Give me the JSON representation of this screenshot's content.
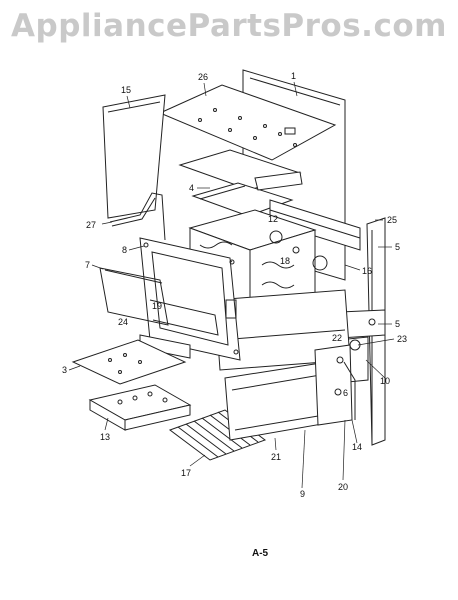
{
  "watermark": "AppliancePartsPros.com",
  "page_ref": "A-5",
  "callouts": {
    "c1": "1",
    "c3": "3",
    "c4": "4",
    "c5a": "5",
    "c5b": "5",
    "c6": "6",
    "c7": "7",
    "c8": "8",
    "c9": "9",
    "c10": "10",
    "c12": "12",
    "c13": "13",
    "c14": "14",
    "c15": "15",
    "c16": "16",
    "c17": "17",
    "c18": "18",
    "c19": "19",
    "c20": "20",
    "c21": "21",
    "c22": "22",
    "c23": "23",
    "c24": "24",
    "c25": "25",
    "c26": "26",
    "c27": "27"
  }
}
